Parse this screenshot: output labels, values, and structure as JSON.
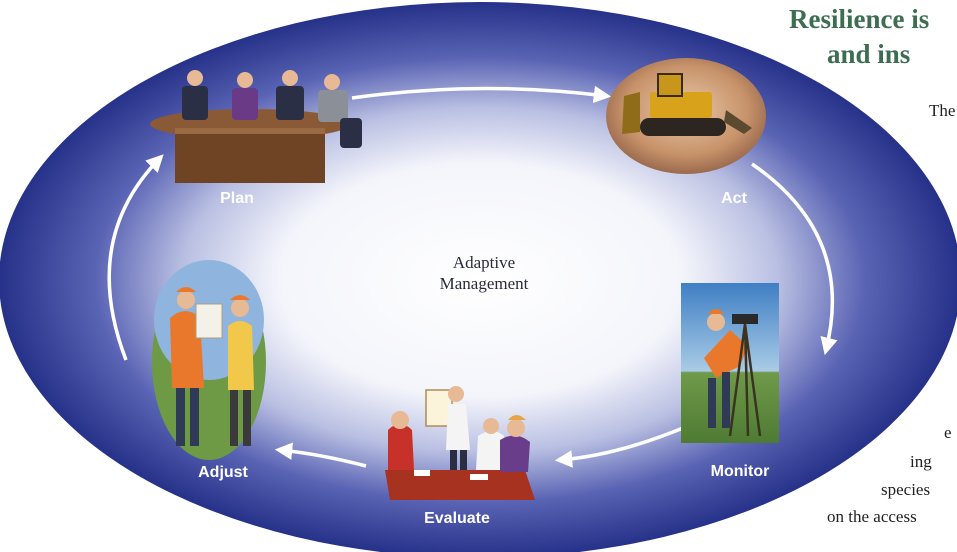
{
  "heading": {
    "line1": "Resilience is",
    "line2": "and ins"
  },
  "diagram": {
    "center_label_line1": "Adaptive",
    "center_label_line2": "Management",
    "stages": {
      "plan": "Plan",
      "act": "Act",
      "monitor": "Monitor",
      "evaluate": "Evaluate",
      "adjust": "Adjust"
    }
  },
  "body_text_fragments": {
    "f1": "The",
    "f2": "e",
    "f3": "ing",
    "f4": "species",
    "f5": "on the access"
  },
  "colors": {
    "ellipse_outer": "#2b3a8f",
    "ellipse_inner": "#ffffff",
    "heading": "#3d6e52",
    "arrow": "#ffffff"
  }
}
